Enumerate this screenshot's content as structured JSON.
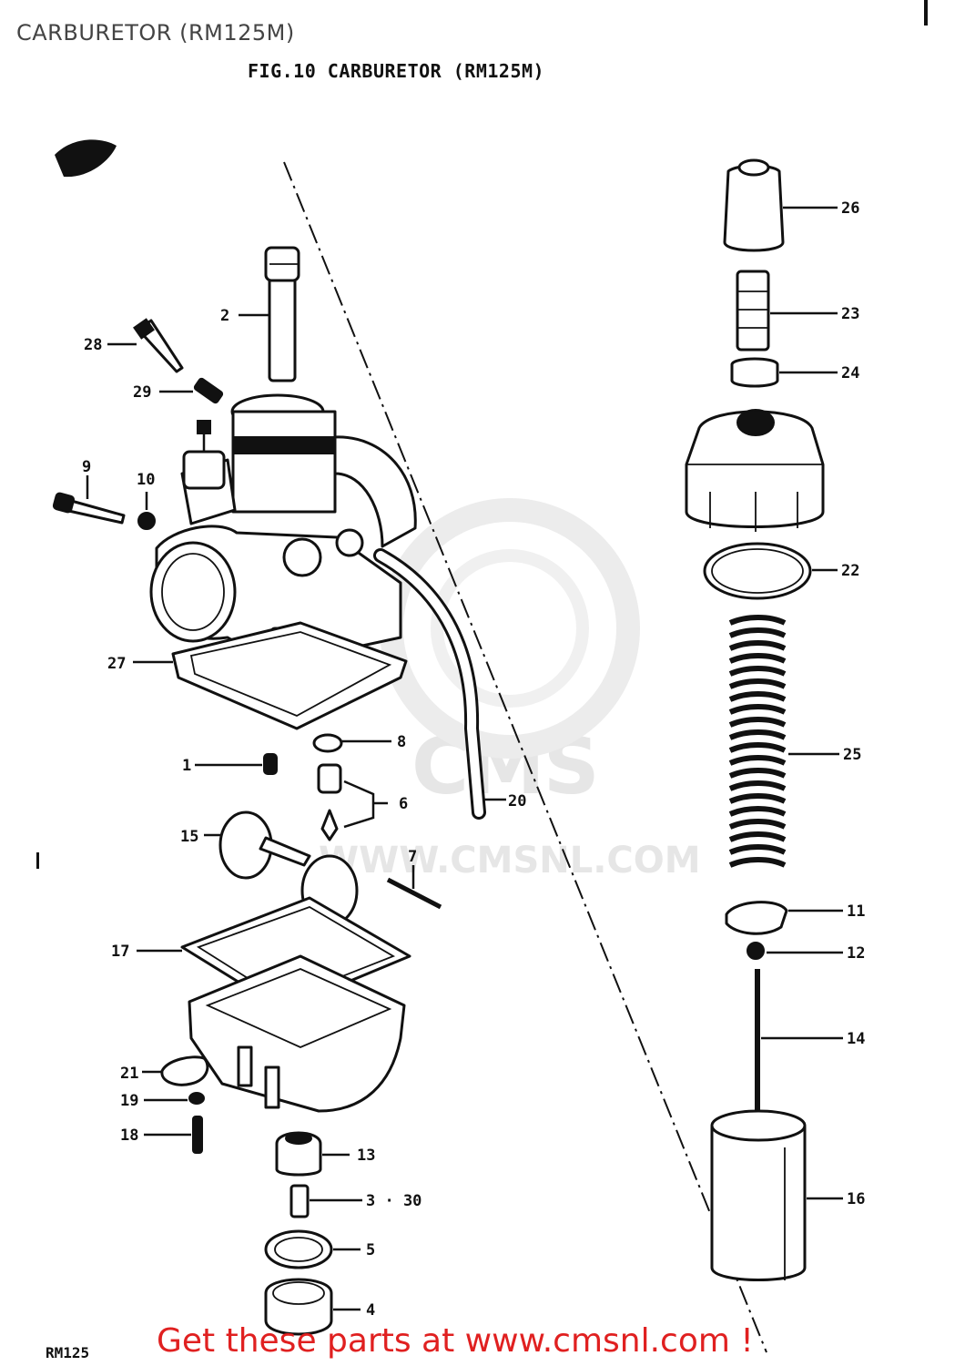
{
  "page_title": "CARBURETOR (RM125M)",
  "figure_title": "FIG.10  CARBURETOR (RM125M)",
  "model_code": "RM125",
  "footer_link": "Get these parts at www.cmsnl.com !",
  "watermark": {
    "brand": "CMS",
    "url": "WWW.CMSNL.COM"
  },
  "callouts": [
    {
      "id": "2",
      "text": "2"
    },
    {
      "id": "28",
      "text": "28"
    },
    {
      "id": "29",
      "text": "29"
    },
    {
      "id": "9",
      "text": "9"
    },
    {
      "id": "10",
      "text": "10"
    },
    {
      "id": "27",
      "text": "27"
    },
    {
      "id": "8",
      "text": "8"
    },
    {
      "id": "1",
      "text": "1"
    },
    {
      "id": "6",
      "text": "6"
    },
    {
      "id": "20",
      "text": "20"
    },
    {
      "id": "15",
      "text": "15"
    },
    {
      "id": "7",
      "text": "7"
    },
    {
      "id": "17",
      "text": "17"
    },
    {
      "id": "21",
      "text": "21"
    },
    {
      "id": "19",
      "text": "19"
    },
    {
      "id": "18",
      "text": "18"
    },
    {
      "id": "13",
      "text": "13"
    },
    {
      "id": "3-30",
      "text": "3 · 30"
    },
    {
      "id": "5",
      "text": "5"
    },
    {
      "id": "4",
      "text": "4"
    },
    {
      "id": "26",
      "text": "26"
    },
    {
      "id": "23",
      "text": "23"
    },
    {
      "id": "24",
      "text": "24"
    },
    {
      "id": "22",
      "text": "22"
    },
    {
      "id": "25",
      "text": "25"
    },
    {
      "id": "11",
      "text": "11"
    },
    {
      "id": "12",
      "text": "12"
    },
    {
      "id": "14",
      "text": "14"
    },
    {
      "id": "16",
      "text": "16"
    }
  ]
}
